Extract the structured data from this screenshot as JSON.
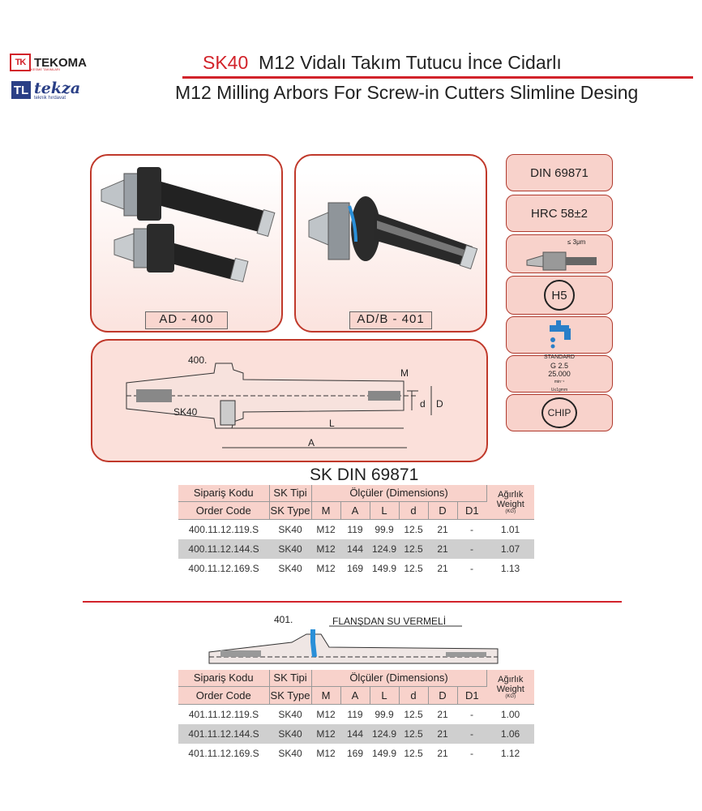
{
  "brand": {
    "tekoma": "TEKOMA",
    "tekoma_mark": "TK",
    "tekoma_sub": "KESME TAKIMLARI",
    "tekza": "tekza",
    "tekza_mark": "TL",
    "tekza_sub": "teknik hırdavat"
  },
  "header": {
    "series": "SK40",
    "title_tr": "M12 Vidalı Takım Tutucu İnce Cidarlı",
    "title_en": "M12 Milling Arbors For Screw-in Cutters Slimline Desing"
  },
  "panels": {
    "product1_label": "AD - 400",
    "product2_label": "AD/B - 401",
    "drawing_labels": {
      "code": "400.",
      "sk": "SK40",
      "M": "M",
      "d": "d",
      "D": "D",
      "L": "L",
      "A": "A"
    }
  },
  "specs": {
    "din": "DIN 69871",
    "hrc": "HRC 58±2",
    "runout": "≤ 3μm",
    "tolerance": "H5",
    "balance": {
      "standard": "STANDARD",
      "grade": "G 2.5",
      "rpm": "25.000",
      "note1": "min⁻¹",
      "note2": "U≤1gmm"
    },
    "chip": "CHIP"
  },
  "section1": {
    "title": "SK DIN 69871",
    "headers": {
      "order_tr": "Sipariş Kodu",
      "order_en": "Order Code",
      "type_tr": "SK Tipi",
      "type_en": "SK Type",
      "dims": "Ölçüler (Dimensions)",
      "weight_tr": "Ağırlık",
      "weight_en": "Weight",
      "weight_unit": "(KG)",
      "cols": [
        "M",
        "A",
        "L",
        "d",
        "D",
        "D1"
      ]
    },
    "rows": [
      {
        "code": "400.11.12.119.S",
        "type": "SK40",
        "M": "M12",
        "A": "119",
        "L": "99.9",
        "d": "12.5",
        "D": "21",
        "D1": "-",
        "w": "1.01"
      },
      {
        "code": "400.11.12.144.S",
        "type": "SK40",
        "M": "M12",
        "A": "144",
        "L": "124.9",
        "d": "12.5",
        "D": "21",
        "D1": "-",
        "w": "1.07"
      },
      {
        "code": "400.11.12.169.S",
        "type": "SK40",
        "M": "M12",
        "A": "169",
        "L": "149.9",
        "d": "12.5",
        "D": "21",
        "D1": "-",
        "w": "1.13"
      }
    ]
  },
  "section2": {
    "code_label": "401.",
    "note": "FLANŞDAN SU VERMELİ",
    "headers": {
      "order_tr": "Sipariş Kodu",
      "order_en": "Order Code",
      "type_tr": "SK Tipi",
      "type_en": "SK Type",
      "dims": "Ölçüler (Dimensions)",
      "weight_tr": "Ağırlık",
      "weight_en": "Weight",
      "weight_unit": "(KG)",
      "cols": [
        "M",
        "A",
        "L",
        "d",
        "D",
        "D1"
      ]
    },
    "rows": [
      {
        "code": "401.11.12.119.S",
        "type": "SK40",
        "M": "M12",
        "A": "119",
        "L": "99.9",
        "d": "12.5",
        "D": "21",
        "D1": "-",
        "w": "1.00"
      },
      {
        "code": "401.11.12.144.S",
        "type": "SK40",
        "M": "M12",
        "A": "144",
        "L": "124.9",
        "d": "12.5",
        "D": "21",
        "D1": "-",
        "w": "1.06"
      },
      {
        "code": "401.11.12.169.S",
        "type": "SK40",
        "M": "M12",
        "A": "169",
        "L": "149.9",
        "d": "12.5",
        "D": "21",
        "D1": "-",
        "w": "1.12"
      }
    ]
  }
}
